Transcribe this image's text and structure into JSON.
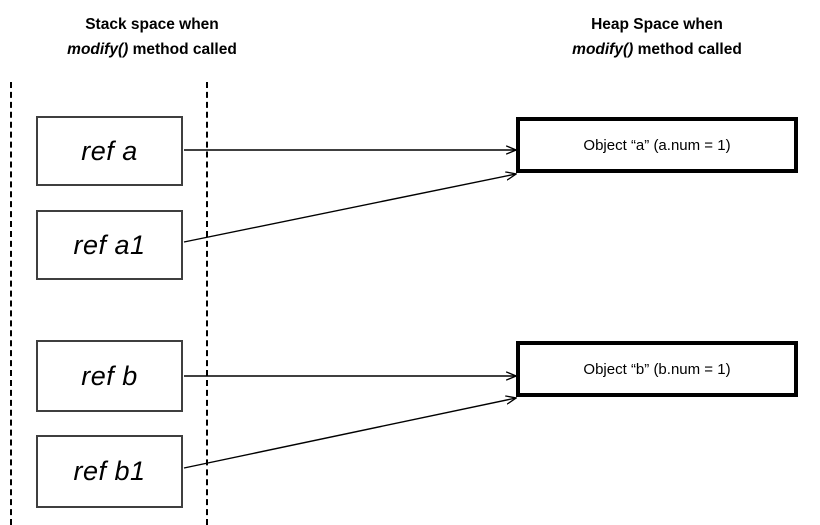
{
  "diagram": {
    "title_left": "Stack space when modify() method called",
    "title_right": "Heap Space when modify() method called"
  },
  "headers": {
    "stack": {
      "line1": "Stack space when",
      "method": "modify()",
      "line2_rest": " method called"
    },
    "heap": {
      "line1": "Heap Space when",
      "method": "modify()",
      "line2_rest": " method called"
    }
  },
  "stack": {
    "boxes": [
      {
        "id": "ref-a",
        "label": "ref a"
      },
      {
        "id": "ref-a1",
        "label": "ref a1"
      },
      {
        "id": "ref-b",
        "label": "ref b"
      },
      {
        "id": "ref-b1",
        "label": "ref b1"
      }
    ]
  },
  "heap": {
    "boxes": [
      {
        "id": "object-a",
        "label": "Object “a” (a.num = 1)"
      },
      {
        "id": "object-b",
        "label": "Object “b” (b.num = 1)"
      }
    ]
  },
  "arrows": [
    {
      "id": "arrow-ref-a-to-object-a",
      "from": "ref a",
      "to": "Object “a” (a.num = 1)"
    },
    {
      "id": "arrow-ref-a1-to-object-a",
      "from": "ref a1",
      "to": "Object “a” (a.num = 1)"
    },
    {
      "id": "arrow-ref-b-to-object-b",
      "from": "ref b",
      "to": "Object “b” (b.num = 1)"
    },
    {
      "id": "arrow-ref-b1-to-object-b",
      "from": "ref b1",
      "to": "Object “b” (b.num = 1)"
    }
  ],
  "colors": {
    "background": "#ffffff",
    "stack_box_border": "#3f3f3f",
    "heap_box_border": "#000000",
    "arrow": "#000000",
    "divider": "#000000",
    "text": "#000000"
  }
}
